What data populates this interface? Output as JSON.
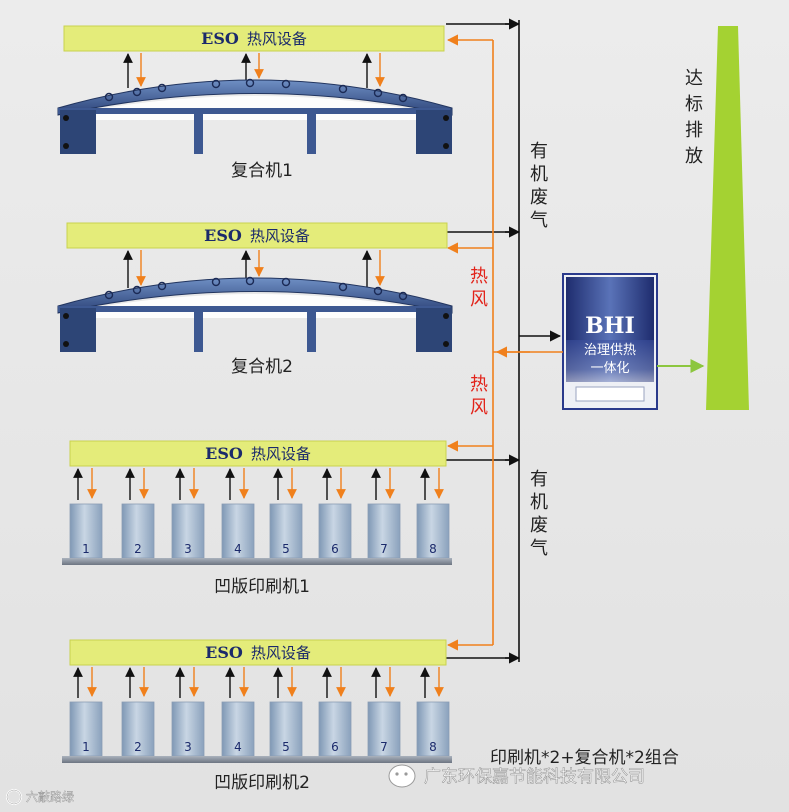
{
  "eso_label": "ESO",
  "eso_sub": "热风设备",
  "machines": {
    "laminator_1": "复合机1",
    "laminator_2": "复合机2",
    "printer_1": "凹版印刷机1",
    "printer_2": "凹版印刷机2"
  },
  "flows": {
    "organic_waste_gas": [
      "有",
      "机",
      "废",
      "气"
    ],
    "hot_air": [
      "热",
      "风"
    ],
    "discharge": [
      "达",
      "标",
      "排",
      "放"
    ]
  },
  "bhi": {
    "title": "BHI",
    "line1": "治理供热",
    "line2": "一体化"
  },
  "unit_numbers": [
    "1",
    "2",
    "3",
    "4",
    "5",
    "6",
    "7",
    "8"
  ],
  "footer": {
    "combo": "印刷机*2+复合机*2组合",
    "company": "广东环保嘉节能科技有限公司",
    "watermark": "六敲路绿"
  },
  "colors": {
    "eso_bar": "#e4ec7a",
    "hot_air": "#f0801c",
    "waste_gas": "#111111",
    "chimney": "#a4d232",
    "bhi_body": "#2a3a8c",
    "roller_blue": "#4d6fa8"
  }
}
